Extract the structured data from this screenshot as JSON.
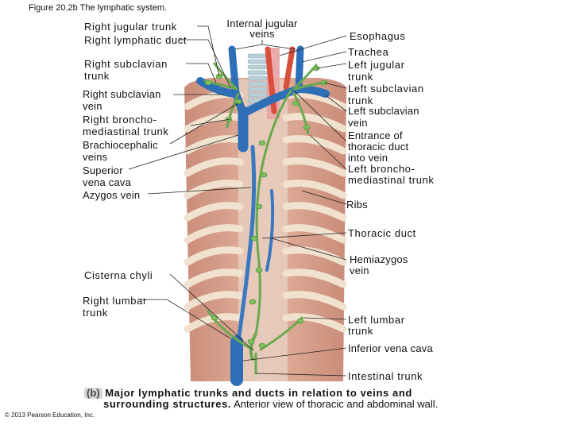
{
  "figure_title": "Figure 20.2b  The lymphatic system.",
  "labels_left": [
    "Right jugular trunk",
    "Right lymphatic duct",
    "Right subclavian trunk",
    "Right subclavian vein",
    "Right broncho-mediastinal trunk",
    "Brachiocephalic veins",
    "Superior vena cava",
    "Azygos vein",
    "Cisterna chyli",
    "Right lumbar trunk"
  ],
  "labels_top": [
    "Internal jugular veins"
  ],
  "labels_right": [
    "Esophagus",
    "Trachea",
    "Left jugular trunk",
    "Left subclavian trunk",
    "Left subclavian vein",
    "Entrance of thoracic duct into vein",
    "Left broncho-mediastinal trunk",
    "Ribs",
    "Thoracic duct",
    "Hemiazygos vein",
    "Left lumbar trunk",
    "Inferior vena cava",
    "Intestinal trunk"
  ],
  "caption": {
    "letter": "(b)",
    "line1": "Major lymphatic trunks and ducts in relation to veins and",
    "line2_bold": "surrounding structures.",
    "line2_rest": "Anterior view of thoracic and abdominal wall."
  },
  "copyright": "© 2013 Pearson Education, Inc.",
  "colors": {
    "vein": "#2f6fb8",
    "lymph": "#6aa84f",
    "artery": "#d94f3d",
    "muscle": "#d9a08c",
    "rib": "#f0e2cf",
    "trachea": "#b8d0d8"
  }
}
